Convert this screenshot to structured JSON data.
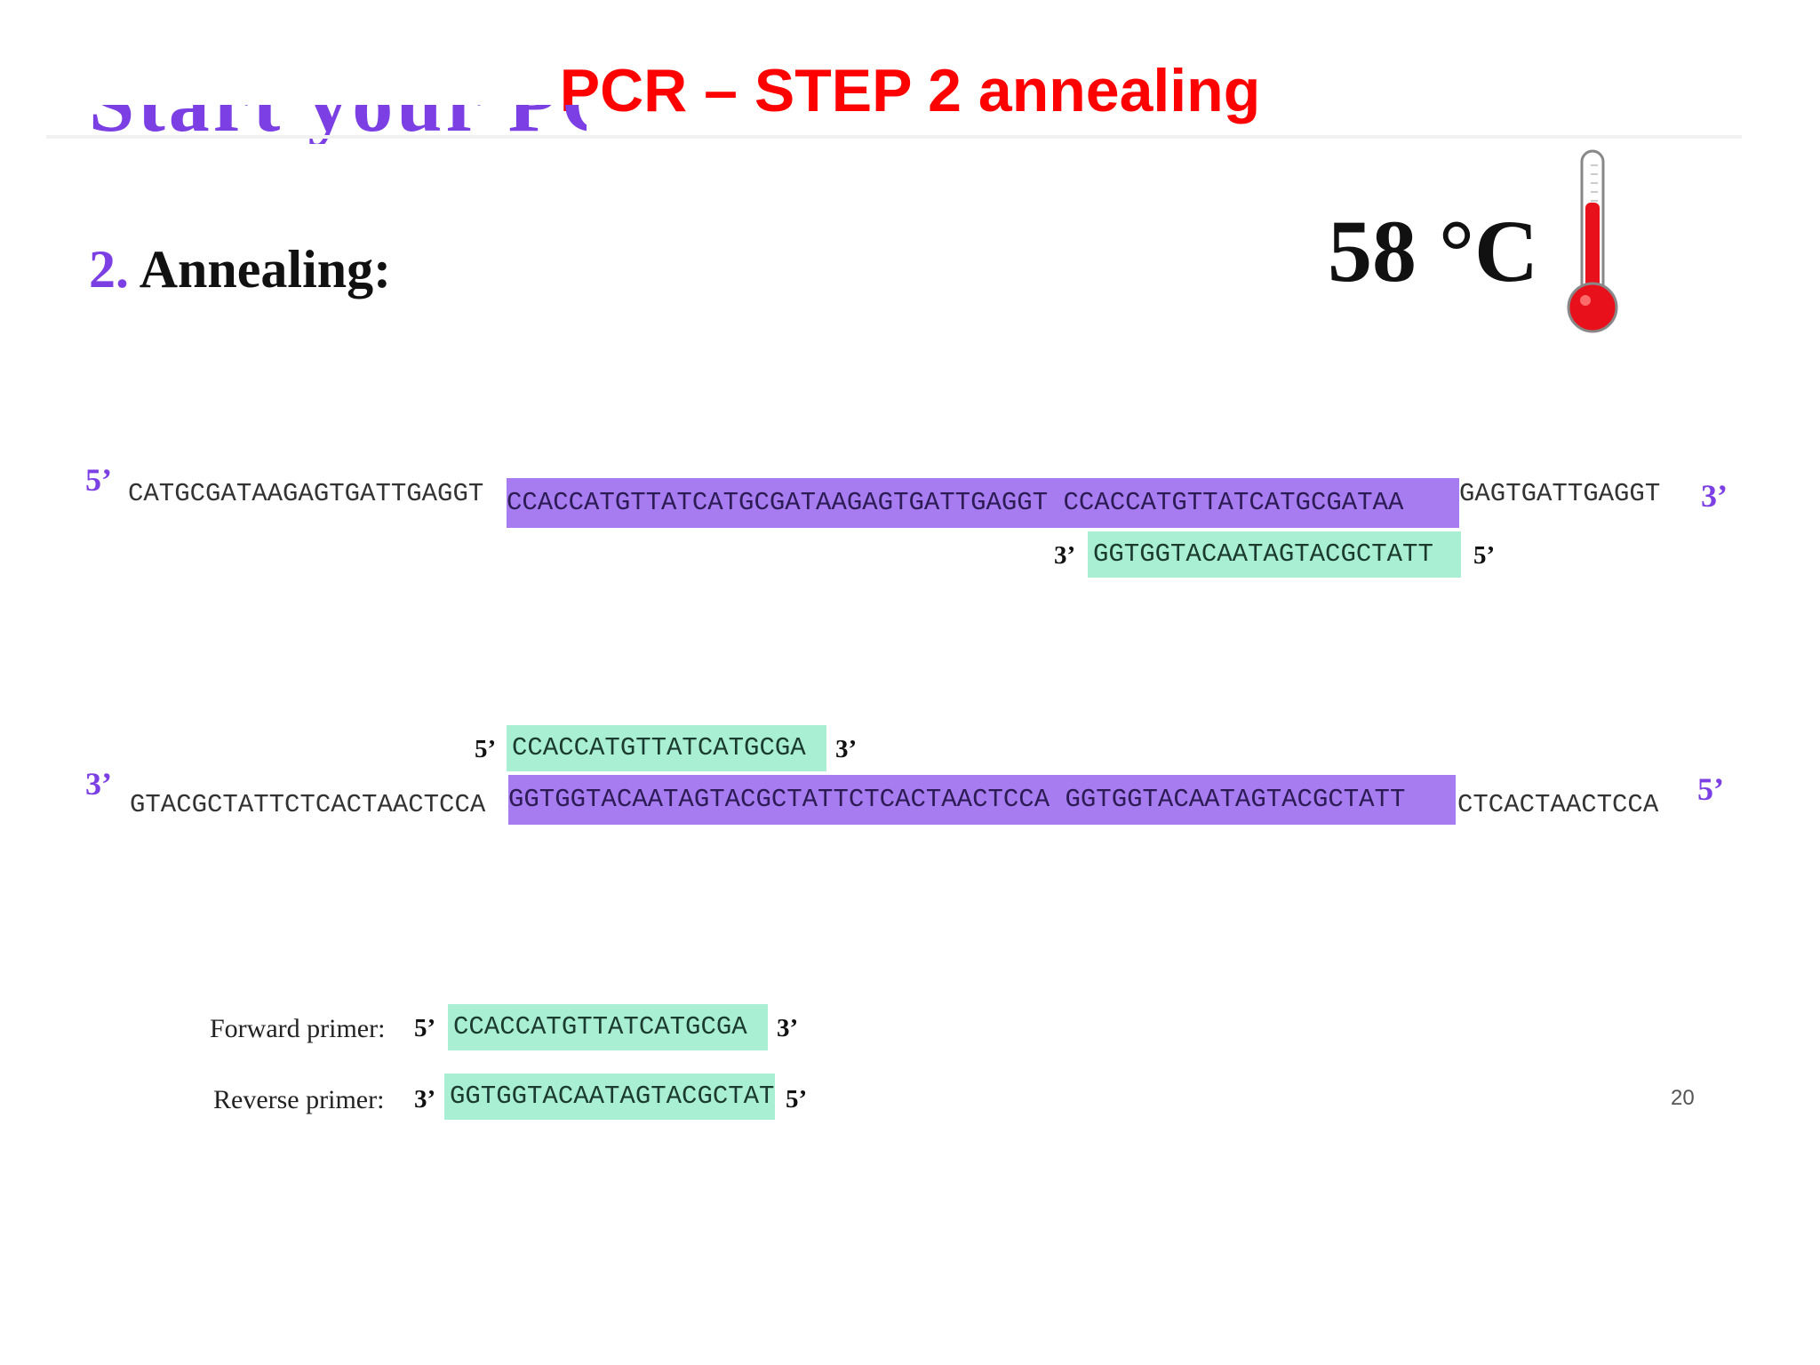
{
  "title": "PCR – STEP 2 annealing",
  "partial_heading": "Start your PCR!",
  "step": {
    "number": "2.",
    "label": "Annealing:"
  },
  "temperature": "58 °C",
  "top_strand": {
    "end_left": "5’",
    "end_right": "3’",
    "seq_left": "CATGCGATAAGAGTGATTGAGGT",
    "seq_highlight": "CCACCATGTTATCATGCGATAAGAGTGATTGAGGT CCACCATGTTATCATGCGATAA",
    "seq_right": "GAGTGATTGAGGT"
  },
  "reverse_bound": {
    "end_left": "3’",
    "sequence": "GGTGGTACAATAGTACGCTATT",
    "end_right": "5’"
  },
  "forward_bound": {
    "end_left": "5’",
    "sequence": "CCACCATGTTATCATGCGA",
    "end_right": "3’"
  },
  "bottom_strand": {
    "end_left": "3’",
    "end_right": "5’",
    "seq_left": "GTACGCTATTCTCACTAACTCCA",
    "seq_highlight": "GGTGGTACAATAGTACGCTATTCTCACTAACTCCA GGTGGTACAATAGTACGCTATT",
    "seq_right": "CTCACTAACTCCA"
  },
  "legend": {
    "forward": {
      "label": "Forward primer:",
      "end_left": "5’",
      "sequence": "CCACCATGTTATCATGCGA",
      "end_right": "3’"
    },
    "reverse": {
      "label": "Reverse primer:",
      "end_left": "3’",
      "sequence": "GGTGGTACAATAGTACGCTATT",
      "end_right": "5’"
    }
  },
  "page_number": "20",
  "colors": {
    "title": "#ff0000",
    "template_highlight": "#a77cf1",
    "primer_highlight": "#a9efd3",
    "accent": "#7b3fe4",
    "thermometer_fill": "#e8101a"
  },
  "icons": {
    "thermometer": "thermometer-icon"
  }
}
